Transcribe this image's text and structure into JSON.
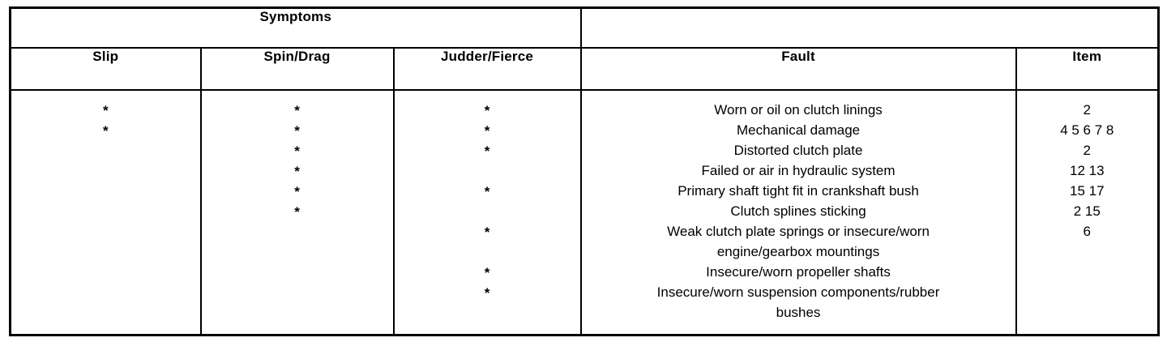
{
  "table": {
    "group_header": "Symptoms",
    "group_header_blank": "",
    "columns": {
      "slip": "Slip",
      "spin_drag": "Spin/Drag",
      "judder_fierce": "Judder/Fierce",
      "fault": "Fault",
      "item": "Item"
    },
    "mark_glyph": "*",
    "rows": [
      {
        "slip": "*",
        "spin_drag": "*",
        "judder_fierce": "*",
        "fault": "Worn or oil on clutch linings",
        "item": "2"
      },
      {
        "slip": "*",
        "spin_drag": "*",
        "judder_fierce": "*",
        "fault": "Mechanical damage",
        "item": "4 5 6 7 8"
      },
      {
        "slip": "",
        "spin_drag": "*",
        "judder_fierce": "*",
        "fault": "Distorted clutch plate",
        "item": "2"
      },
      {
        "slip": "",
        "spin_drag": "*",
        "judder_fierce": "",
        "fault": "Failed or air in hydraulic system",
        "item": "12 13"
      },
      {
        "slip": "",
        "spin_drag": "*",
        "judder_fierce": "*",
        "fault": "Primary shaft tight fit in crankshaft bush",
        "item": "15 17"
      },
      {
        "slip": "",
        "spin_drag": "*",
        "judder_fierce": "",
        "fault": "Clutch splines sticking",
        "item": "2 15"
      },
      {
        "slip": "",
        "spin_drag": "",
        "judder_fierce": "*",
        "fault": "Weak clutch plate springs or insecure/worn",
        "item": "6"
      },
      {
        "slip": "",
        "spin_drag": "",
        "judder_fierce": "",
        "fault": "engine/gearbox mountings",
        "item": ""
      },
      {
        "slip": "",
        "spin_drag": "",
        "judder_fierce": "*",
        "fault": "Insecure/worn propeller shafts",
        "item": ""
      },
      {
        "slip": "",
        "spin_drag": "",
        "judder_fierce": "*",
        "fault": "Insecure/worn suspension components/rubber",
        "item": ""
      },
      {
        "slip": "",
        "spin_drag": "",
        "judder_fierce": "",
        "fault": "bushes",
        "item": ""
      }
    ]
  }
}
